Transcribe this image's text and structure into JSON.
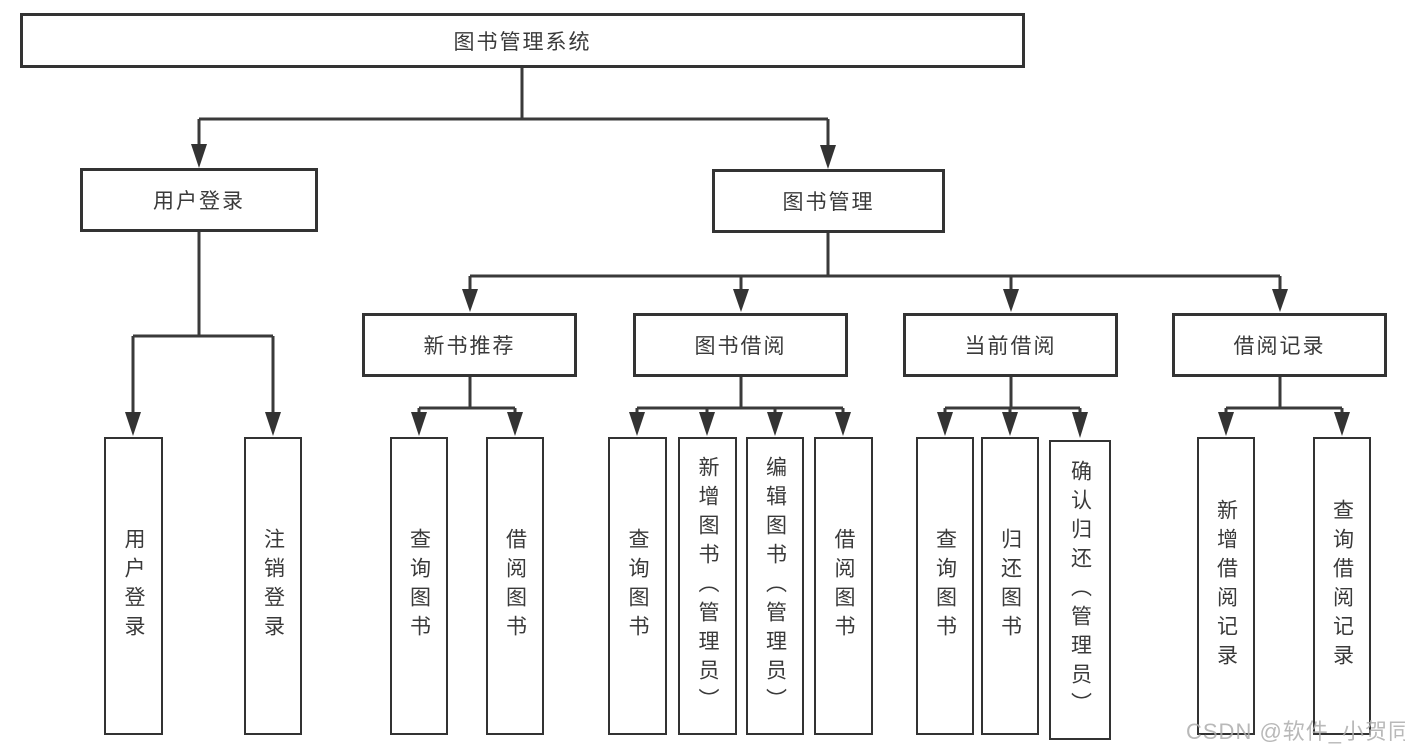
{
  "tree": {
    "label": "图书管理系统",
    "children": [
      {
        "label": "用户登录",
        "children": [
          {
            "label": "用户登录"
          },
          {
            "label": "注销登录"
          }
        ]
      },
      {
        "label": "图书管理",
        "children": [
          {
            "label": "新书推荐",
            "children": [
              {
                "label": "查询图书"
              },
              {
                "label": "借阅图书"
              }
            ]
          },
          {
            "label": "图书借阅",
            "children": [
              {
                "label": "查询图书"
              },
              {
                "label": "新增图书（管理员）"
              },
              {
                "label": "编辑图书（管理员）"
              },
              {
                "label": "借阅图书"
              }
            ]
          },
          {
            "label": "当前借阅",
            "children": [
              {
                "label": "查询图书"
              },
              {
                "label": "归还图书"
              },
              {
                "label": "确认归还（管理员）"
              }
            ]
          },
          {
            "label": "借阅记录",
            "children": [
              {
                "label": "新增借阅记录"
              },
              {
                "label": "查询借阅记录"
              }
            ]
          }
        ]
      }
    ]
  },
  "watermark": {
    "text": "CSDN @软件_小贺同学"
  },
  "colors": {
    "line": "#3a3a3a",
    "box_border": "#333333",
    "text": "#3a3a3a",
    "background": "#ffffff",
    "watermark": "#adadad"
  }
}
